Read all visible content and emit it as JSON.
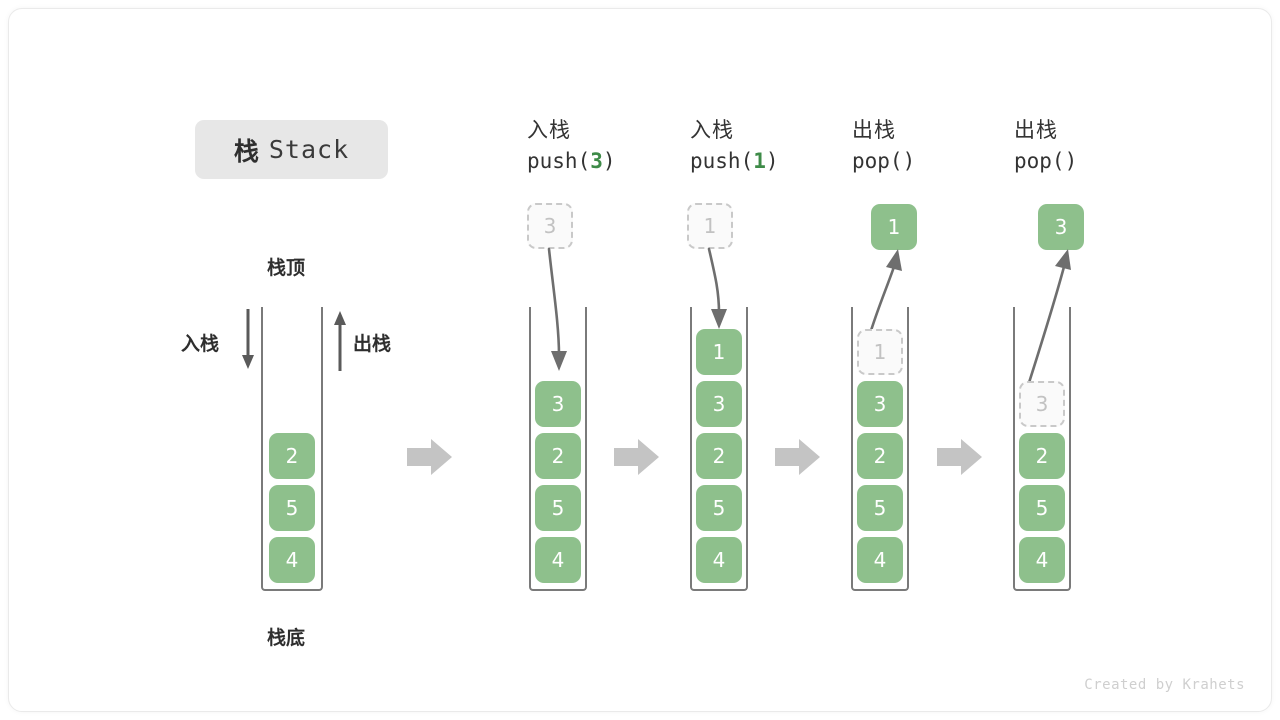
{
  "title": {
    "cn": "栈",
    "en": "Stack"
  },
  "labels": {
    "top": "栈顶",
    "bottom": "栈底",
    "push_side": "入栈",
    "pop_side": "出栈"
  },
  "footer": "Created by Krahets",
  "colors": {
    "box_fill": "#8ec08c",
    "box_text": "#ffffff",
    "ghost_fill": "#fafafa",
    "ghost_border": "#c9c9c9",
    "ghost_text": "#c2c2c2",
    "container_border": "#7a7a7a",
    "flow_arrow": "#c4c4c4",
    "motion_arrow": "#6e6e6e",
    "badge_bg": "#e7e7e7",
    "accent_green": "#3e8b48"
  },
  "columns": [
    {
      "id": "initial",
      "head_cn": "",
      "head_code": "",
      "stack": [
        "2",
        "5",
        "4"
      ],
      "moving": null,
      "ghost": null
    },
    {
      "id": "push-3",
      "head_cn": "入栈",
      "head_code_prefix": "push(",
      "head_code_arg": "3",
      "head_code_suffix": ")",
      "stack": [
        "3",
        "2",
        "5",
        "4"
      ],
      "moving": {
        "value": "3",
        "state": "incoming",
        "style": "ghost"
      },
      "ghost": null
    },
    {
      "id": "push-1",
      "head_cn": "入栈",
      "head_code_prefix": "push(",
      "head_code_arg": "1",
      "head_code_suffix": ")",
      "stack": [
        "1",
        "3",
        "2",
        "5",
        "4"
      ],
      "moving": {
        "value": "1",
        "state": "incoming",
        "style": "ghost"
      },
      "ghost": null
    },
    {
      "id": "pop-1",
      "head_cn": "出栈",
      "head_code_prefix": "pop(",
      "head_code_arg": "",
      "head_code_suffix": ")",
      "stack": [
        "3",
        "2",
        "5",
        "4"
      ],
      "moving": {
        "value": "1",
        "state": "outgoing",
        "style": "filled"
      },
      "ghost": {
        "value": "1",
        "slot": 0
      }
    },
    {
      "id": "pop-2",
      "head_cn": "出栈",
      "head_code_prefix": "pop(",
      "head_code_arg": "",
      "head_code_suffix": ")",
      "stack": [
        "2",
        "5",
        "4"
      ],
      "moving": {
        "value": "3",
        "state": "outgoing",
        "style": "filled"
      },
      "ghost": {
        "value": "3",
        "slot": 0
      }
    }
  ],
  "heads": {
    "push3_cn": "入栈",
    "push3_code_a": "push(",
    "push3_code_arg": "3",
    "push3_code_b": ")",
    "push1_cn": "入栈",
    "push1_code_a": "push(",
    "push1_code_arg": "1",
    "push1_code_b": ")",
    "pop1_cn": "出栈",
    "pop1_code": "pop()",
    "pop2_cn": "出栈",
    "pop2_code": "pop()"
  },
  "values": {
    "v1": "1",
    "v2": "2",
    "v3": "3",
    "v4": "4",
    "v5": "5"
  }
}
